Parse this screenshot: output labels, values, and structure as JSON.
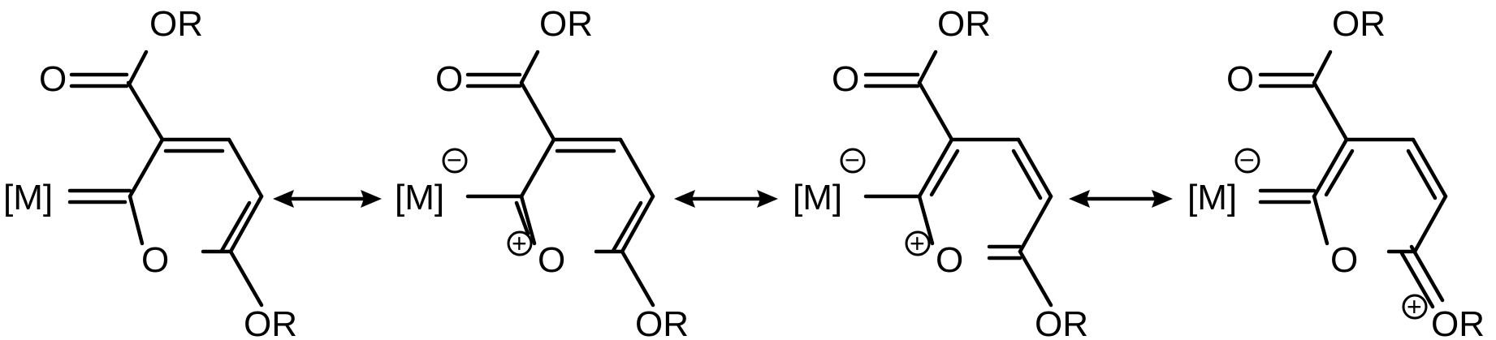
{
  "labels": {
    "ester": "OR",
    "alkoxy": "OR",
    "ring_oxygen": "O",
    "carbonyl_oxygen": "O",
    "metal": "[M]",
    "plus": "+",
    "minus": "−"
  },
  "resonance_arrow": "↔",
  "structures": [
    {
      "name": "resonance-structure-1",
      "metal_bond": "double",
      "metal_charge": "",
      "ring_o_charge": "",
      "alkoxy_charge": ""
    },
    {
      "name": "resonance-structure-2",
      "metal_bond": "single",
      "metal_charge": "−",
      "ring_o_charge": "+",
      "alkoxy_charge": ""
    },
    {
      "name": "resonance-structure-3",
      "metal_bond": "single",
      "metal_charge": "−",
      "ring_o_charge": "+",
      "alkoxy_charge": ""
    },
    {
      "name": "resonance-structure-4",
      "metal_bond": "double",
      "metal_charge": "−",
      "ring_o_charge": "",
      "alkoxy_charge": "+"
    }
  ]
}
